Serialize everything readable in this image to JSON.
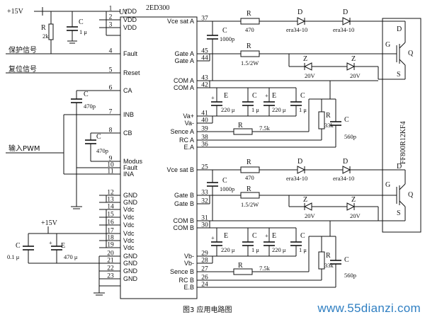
{
  "ic": {
    "designator": "U1",
    "part": "2ED300",
    "left_pins": [
      {
        "num": "1",
        "name": "VDD"
      },
      {
        "num": "2",
        "name": "VDD"
      },
      {
        "num": "3",
        "name": "VDD"
      },
      {
        "num": "4",
        "name": "Fault"
      },
      {
        "num": "5",
        "name": "Reset"
      },
      {
        "num": "6",
        "name": "CA"
      },
      {
        "num": "7",
        "name": "INB"
      },
      {
        "num": "8",
        "name": "CB"
      },
      {
        "num": "9",
        "name": "Modus"
      },
      {
        "num": "10",
        "name": "Fault"
      },
      {
        "num": "11",
        "name": "INA"
      },
      {
        "num": "12",
        "name": "GND"
      },
      {
        "num": "13",
        "name": "GND"
      },
      {
        "num": "14",
        "name": "Vdc"
      },
      {
        "num": "15",
        "name": "Vdc"
      },
      {
        "num": "16",
        "name": "Vdc"
      },
      {
        "num": "17",
        "name": "Vdc"
      },
      {
        "num": "18",
        "name": "Vdc"
      },
      {
        "num": "19",
        "name": "Vdc"
      },
      {
        "num": "20",
        "name": "GND"
      },
      {
        "num": "21",
        "name": "GND"
      },
      {
        "num": "22",
        "name": "GND"
      },
      {
        "num": "23",
        "name": "GND"
      }
    ],
    "right_pins": [
      {
        "num": "37",
        "name": "Vce sat A"
      },
      {
        "num": "45",
        "name": "Gate A"
      },
      {
        "num": "44",
        "name": "Gate A"
      },
      {
        "num": "43",
        "name": "COM A"
      },
      {
        "num": "42",
        "name": "COM A"
      },
      {
        "num": "41",
        "name": "Va+"
      },
      {
        "num": "40",
        "name": "Va-"
      },
      {
        "num": "39",
        "name": "Sence A"
      },
      {
        "num": "38",
        "name": "RC A"
      },
      {
        "num": "36",
        "name": "E.A"
      },
      {
        "num": "25",
        "name": "Vce sat B"
      },
      {
        "num": "33",
        "name": "Gate B"
      },
      {
        "num": "32",
        "name": "Gate B"
      },
      {
        "num": "31",
        "name": "COM B"
      },
      {
        "num": "30",
        "name": "COM B"
      },
      {
        "num": "29",
        "name": "Vb-"
      },
      {
        "num": "28",
        "name": "Vb-"
      },
      {
        "num": "27",
        "name": "Sence B"
      },
      {
        "num": "26",
        "name": "RC B"
      },
      {
        "num": "24",
        "name": "E.B"
      }
    ]
  },
  "supply": {
    "vcc1": "+15V",
    "vcc2": "+15V"
  },
  "signals": {
    "protect": "保护信号",
    "reset": "复位信号",
    "pwm": "输入PWM"
  },
  "components": {
    "r_left": "R",
    "r_left_val": "2k",
    "c_left": "C",
    "c_left_val": "1 μ",
    "c_ca": "C",
    "c_ca_val": "470p",
    "c_cb": "C",
    "c_cb_val": "470p",
    "c_bot1": "C",
    "c_bot1_val": "0.1 μ",
    "e_bot": "E",
    "e_bot_val": "470 μ",
    "c_a_vce": "C",
    "c_a_vce_val": "1000p",
    "r_a_vce": "R",
    "r_a_vce_val": "470",
    "d_a_1": "D",
    "d_a_1_val": "era34-10",
    "d_a_2": "D",
    "d_a_2_val": "era34-10",
    "r_a_gate": "R",
    "r_a_gate_val": "1.5/2W",
    "z_a_1": "Z",
    "z_a_1_val": "20V",
    "z_a_2": "Z",
    "z_a_2_val": "20V",
    "e_a_1": "E",
    "e_a_1_val": "220 μ",
    "c_a_1": "C",
    "c_a_1_val": "1 μ",
    "e_a_2": "E",
    "e_a_2_val": "220 μ",
    "c_a_2": "C",
    "c_a_2_val": "1 μ",
    "r_a_sense": "R",
    "r_a_sense_val": "7.5k",
    "r_a_rc": "R",
    "r_a_rc_val": "33k",
    "c_a_rc": "C",
    "c_a_rc_val": "560p",
    "c_b_vce": "C",
    "c_b_vce_val": "1000p",
    "r_b_vce": "R",
    "r_b_vce_val": "470",
    "d_b_1": "D",
    "d_b_1_val": "era34-10",
    "d_b_2": "D",
    "d_b_2_val": "era34-10",
    "r_b_gate": "R",
    "r_b_gate_val": "1.5/2W",
    "z_b_1": "Z",
    "z_b_1_val": "20V",
    "z_b_2": "Z",
    "z_b_2_val": "20V",
    "e_b_1": "E",
    "e_b_1_val": "220 μ",
    "c_b_1": "C",
    "c_b_1_val": "1 μ",
    "e_b_2": "E",
    "e_b_2_val": "220 μ",
    "c_b_2": "C",
    "c_b_2_val": "1 μ",
    "r_b_sense": "R",
    "r_b_sense_val": "7.5k",
    "r_b_rc": "R",
    "r_b_rc_val": "33k",
    "c_b_rc": "C",
    "c_b_rc_val": "560p"
  },
  "igbt": {
    "module": "FF800R12KF4",
    "q1": "Q",
    "q1_g": "G",
    "q1_d": "D",
    "q1_s": "S",
    "q2": "Q",
    "q2_g": "G",
    "q2_d": "D",
    "q2_s": "S"
  },
  "caption": "图3 应用电路图",
  "watermark": "www.55dianzi.com"
}
